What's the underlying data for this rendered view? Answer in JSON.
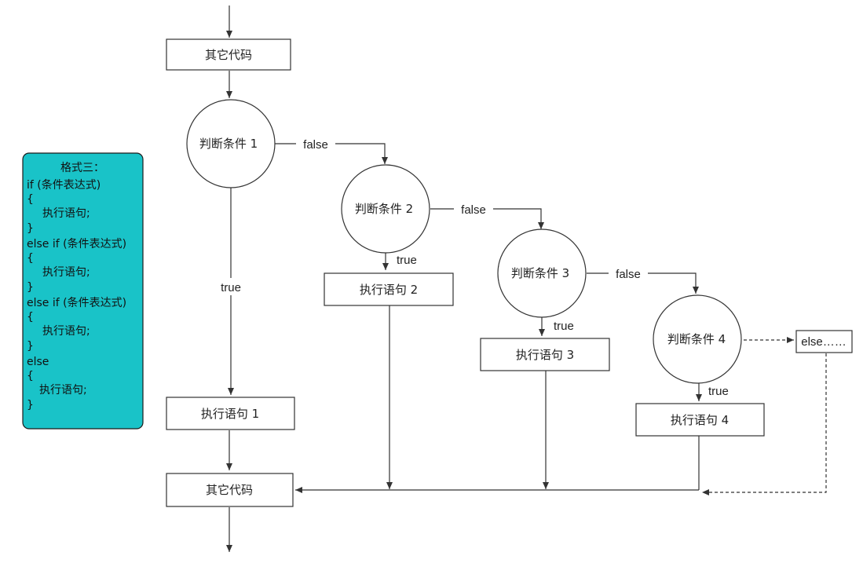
{
  "nodes": {
    "top_code": "其它代码",
    "cond1": "判断条件 1",
    "cond2": "判断条件 2",
    "cond3": "判断条件 3",
    "cond4": "判断条件 4",
    "stmt1": "执行语句 1",
    "stmt2": "执行语句 2",
    "stmt3": "执行语句 3",
    "stmt4": "执行语句 4",
    "else": "else……",
    "bottom_code": "其它代码"
  },
  "edges": {
    "false1": "false",
    "false2": "false",
    "false3": "false",
    "true1": "true",
    "true2": "true",
    "true3": "true",
    "true4": "true"
  },
  "panel": {
    "title": "格式三：",
    "lines": [
      "if (条件表达式)",
      "{",
      "    执行语句;",
      "}",
      "else if (条件表达式)",
      "{",
      "    执行语句;",
      "}",
      "else if (条件表达式)",
      "{",
      "    执行语句;",
      "}",
      "else",
      "{",
      "    执行语句;",
      "}"
    ]
  },
  "colors": {
    "panel_fill": "#19c3c8",
    "stroke": "#333333"
  }
}
